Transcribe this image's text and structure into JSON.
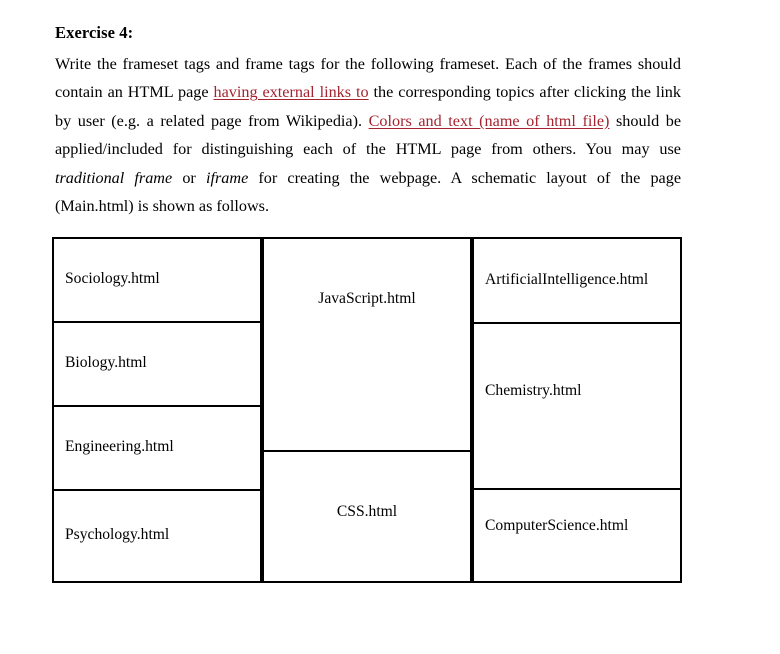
{
  "exercise": {
    "title": "Exercise 4:",
    "paragraph": {
      "seg1": "Write the frameset tags and frame tags for the following frameset. Each of the frames should contain an HTML page ",
      "link1": "having external links to",
      "seg2": " the corresponding topics after clicking the link by user (e.g. a related page from Wikipedia). ",
      "link2": "Colors and text (name of html file)",
      "seg3": " should be applied/included for distinguishing each of the HTML page from others. You may use ",
      "italic1": "traditional frame",
      "seg4": " or ",
      "italic2": "iframe",
      "seg5": " for creating the webpage. A schematic layout of the page (Main.html) is shown as follows."
    },
    "link_color": "#a32430"
  },
  "diagram": {
    "type": "frameset-layout",
    "border_color": "#000000",
    "background": "#ffffff",
    "columns": [
      {
        "name": "left-column",
        "cells": [
          {
            "label": "Sociology.html",
            "align": "left"
          },
          {
            "label": "Biology.html",
            "align": "left"
          },
          {
            "label": "Engineering.html",
            "align": "left"
          },
          {
            "label": "Psychology.html",
            "align": "left"
          }
        ]
      },
      {
        "name": "middle-column",
        "cells": [
          {
            "label": "JavaScript.html",
            "align": "center"
          },
          {
            "label": "CSS.html",
            "align": "center"
          }
        ]
      },
      {
        "name": "right-column",
        "cells": [
          {
            "label": "ArtificialIntelligence.html",
            "align": "left"
          },
          {
            "label": "Chemistry.html",
            "align": "left"
          },
          {
            "label": "ComputerScience.html",
            "align": "left"
          }
        ]
      }
    ]
  }
}
